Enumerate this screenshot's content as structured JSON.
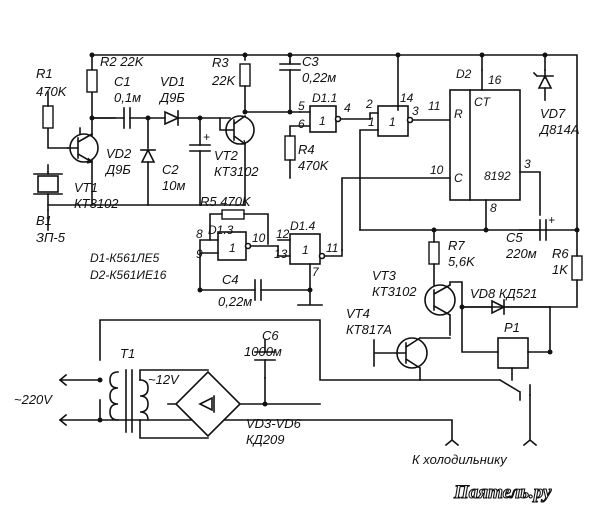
{
  "watermark": "Паятель.ру",
  "labels": {
    "r1": "R1",
    "r1v": "470K",
    "r2": "R2 22K",
    "r3": "R3",
    "r3v": "22K",
    "r4": "R4",
    "r4v": "470K",
    "r5": "R5 470K",
    "r6": "R6",
    "r6v": "1K",
    "r7": "R7",
    "r7v": "5,6K",
    "c1": "C1",
    "c1v": "0,1м",
    "c2": "C2",
    "c2v": "10м",
    "c3": "C3",
    "c3v": "0,22м",
    "c4": "C4",
    "c4v": "0,22м",
    "c5": "C5",
    "c5v": "220м",
    "c6": "C6",
    "c6v": "1000м",
    "vd1": "VD1",
    "vd1v": "Д9Б",
    "vd2": "VD2",
    "vd2v": "Д9Б",
    "vd7": "VD7",
    "vd7v": "Д814А",
    "vd8": "VD8 КД521",
    "vd36": "VD3-VD6",
    "vd36v": "КД209",
    "vt1": "VT1",
    "vt1v": "КТ3102",
    "vt2": "VT2",
    "vt2v": "КТ3102",
    "vt3": "VT3",
    "vt3v": "КТ3102",
    "vt4": "VT4",
    "vt4v": "КТ817А",
    "b1": "B1",
    "b1v": "ЗП-5",
    "d1_1": "D1.1",
    "d1_3": "D1.3",
    "d1_4": "D1.4",
    "d2": "D2",
    "d1type": "D1-К561ЛЕ5",
    "d2type": "D2-К561ИЕ16",
    "p1": "P1",
    "t1": "T1",
    "v12": "~12V",
    "v220": "~220V",
    "fridge": "К холодильнику",
    "d2_r": "R",
    "d2_ct": "CT",
    "d2_c": "C",
    "d2_8192": "8192",
    "one": "1"
  },
  "pins": {
    "p1": "1",
    "p2": "2",
    "p3": "3",
    "p4": "4",
    "p5": "5",
    "p6": "6",
    "p7": "7",
    "p8": "8",
    "p9": "9",
    "p10": "10",
    "p11": "11",
    "p12": "12",
    "p13": "13",
    "p14": "14",
    "p16": "16"
  }
}
